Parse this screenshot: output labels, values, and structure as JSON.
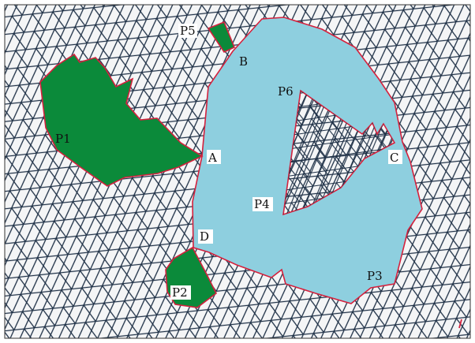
{
  "labels": {
    "P1": "P1",
    "P2": "P2",
    "P3": "P3",
    "P4": "P4",
    "P5": "P5",
    "P6": "P6",
    "A": "A",
    "B": "B",
    "C": "C",
    "D": "D"
  },
  "colors": {
    "background": "#f4f5f6",
    "mesh": "#1e3046",
    "frame": "#333333",
    "green_region": "#0b8a3a",
    "blue_region": "#8ecfdf",
    "boundary": "#d4213d"
  }
}
